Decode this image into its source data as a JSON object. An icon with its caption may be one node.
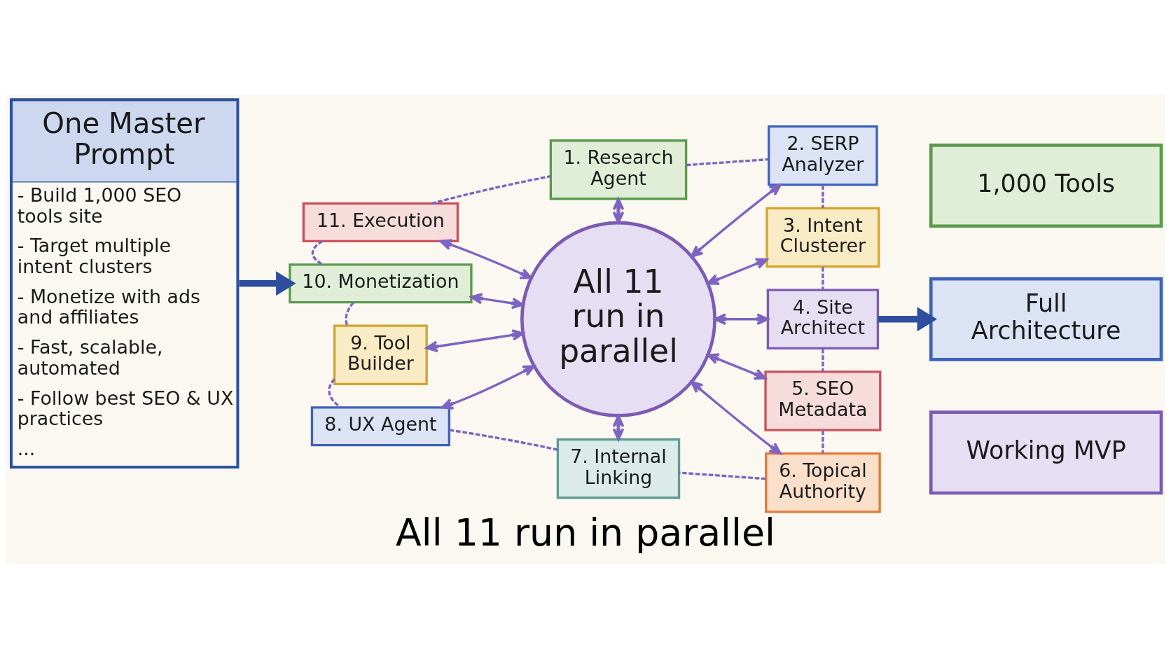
{
  "diagram": {
    "caption": "All 11 run in parallel",
    "nodes": [
      {
        "text": [
          "One Master Prompt",
          "- Build 1,000 SEO tools site",
          "- Target multiple intent clusters",
          "- Monetize with ads and affiliates",
          "- Fast, scalable, automated",
          "- Follow best SEO & UX practices",
          "..."
        ]
      },
      {
        "text": [
          "All 11 run in parallel"
        ]
      },
      {
        "text": [
          "1. Research Agent"
        ]
      },
      {
        "text": [
          "2. SERP Analyzer"
        ]
      },
      {
        "text": [
          "3. Intent Clusterer"
        ]
      },
      {
        "text": [
          "4. Site Architect"
        ]
      },
      {
        "text": [
          "5. SEO Metadata"
        ]
      },
      {
        "text": [
          "6. Topical Authority"
        ]
      },
      {
        "text": [
          "7. Internal Linking"
        ]
      },
      {
        "text": [
          "8. UX Agent"
        ]
      },
      {
        "text": [
          "9. Tool Builder"
        ]
      },
      {
        "text": [
          "10. Monetization"
        ]
      },
      {
        "text": [
          "11. Execution"
        ]
      },
      {
        "text": [
          "1,000 Tools"
        ]
      },
      {
        "text": [
          "Full Architecture"
        ]
      },
      {
        "text": [
          "Working MVP"
        ]
      }
    ],
    "edges": [
      {
        "from": 0,
        "to": 11,
        "arrow": "to",
        "style": "thick",
        "color": "#2d4f9e"
      },
      {
        "from": 2,
        "to": 1,
        "arrow": "both"
      },
      {
        "from": 1,
        "to": 3,
        "arrow": "both"
      },
      {
        "from": 1,
        "to": 4,
        "arrow": "both"
      },
      {
        "from": 1,
        "to": 5,
        "arrow": "both"
      },
      {
        "from": 1,
        "to": 6,
        "arrow": "both"
      },
      {
        "from": 1,
        "to": 7,
        "arrow": "both"
      },
      {
        "from": 1,
        "to": 8,
        "arrow": "both"
      },
      {
        "from": 9,
        "to": 1,
        "arrow": "both"
      },
      {
        "from": 10,
        "to": 1,
        "arrow": "both"
      },
      {
        "from": 11,
        "to": 1,
        "arrow": "both"
      },
      {
        "from": 12,
        "to": 1,
        "arrow": "both"
      },
      {
        "from": 2,
        "to": 3,
        "arrow": "none",
        "style": "dashed"
      },
      {
        "from": 3,
        "to": 4,
        "arrow": "none",
        "style": "dashed"
      },
      {
        "from": 4,
        "to": 5,
        "arrow": "none",
        "style": "dashed"
      },
      {
        "from": 5,
        "to": 6,
        "arrow": "none",
        "style": "dashed"
      },
      {
        "from": 6,
        "to": 7,
        "arrow": "none",
        "style": "dashed"
      },
      {
        "from": 7,
        "to": 8,
        "arrow": "none",
        "style": "dashed"
      },
      {
        "from": 8,
        "to": 9,
        "arrow": "none",
        "style": "dashed"
      },
      {
        "from": 10,
        "to": 9,
        "arrow": "none",
        "style": "dashed"
      },
      {
        "from": 11,
        "to": 10,
        "arrow": "none",
        "style": "dashed"
      },
      {
        "from": 12,
        "to": 11,
        "arrow": "none",
        "style": "dashed"
      },
      {
        "from": 12,
        "to": 2,
        "arrow": "none",
        "style": "dashed"
      },
      {
        "from": 5,
        "to": 14,
        "arrow": "to",
        "style": "thick",
        "color": "#2d4f9e"
      }
    ]
  }
}
